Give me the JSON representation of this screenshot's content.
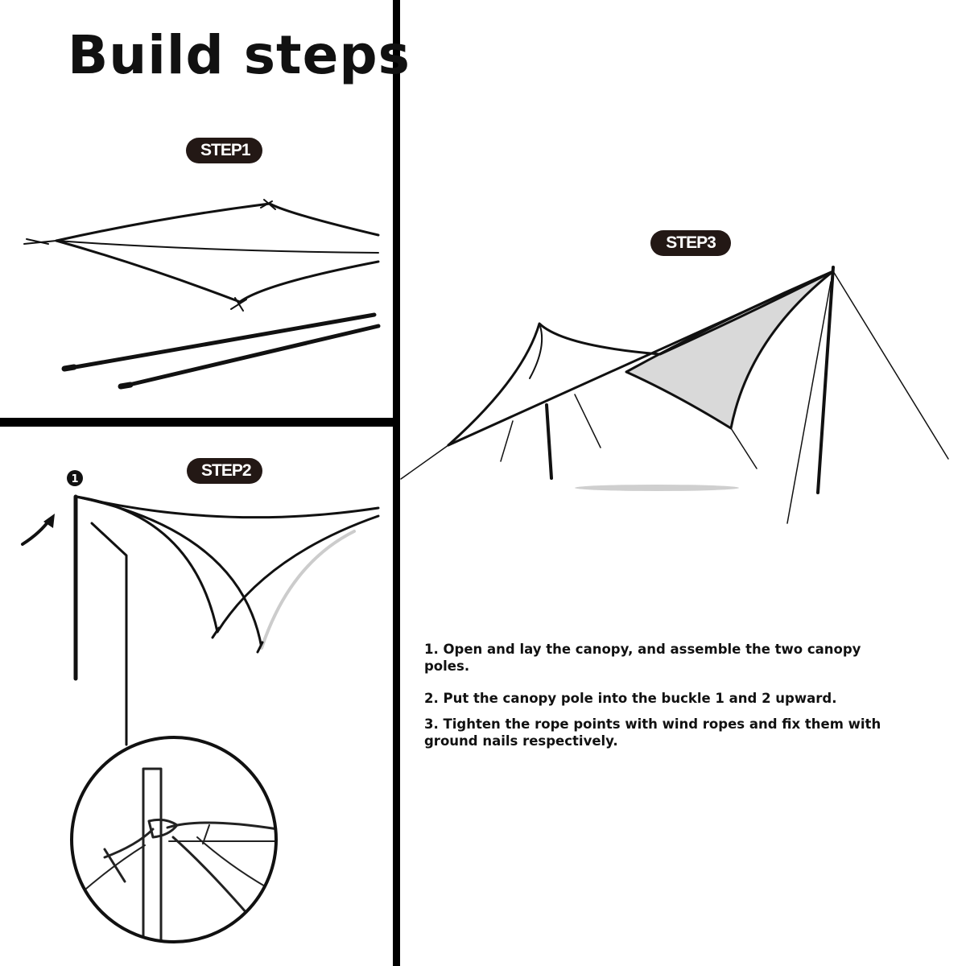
{
  "title": "Build steps",
  "badges": {
    "step1": "STEP1",
    "step2": "STEP2",
    "step3": "STEP3"
  },
  "marker": "1",
  "instructions": {
    "step1": "1. Open and lay the canopy, and assemble the two canopy poles.",
    "step2": "2. Put the canopy pole into the buckle 1 and 2 upward.",
    "step3": "3. Tighten the rope points with wind ropes and fix them with ground nails respectively."
  },
  "colors": {
    "ink": "#231815",
    "shade": "#d9d9d9",
    "ground-shadow": "#cfcfcf"
  }
}
